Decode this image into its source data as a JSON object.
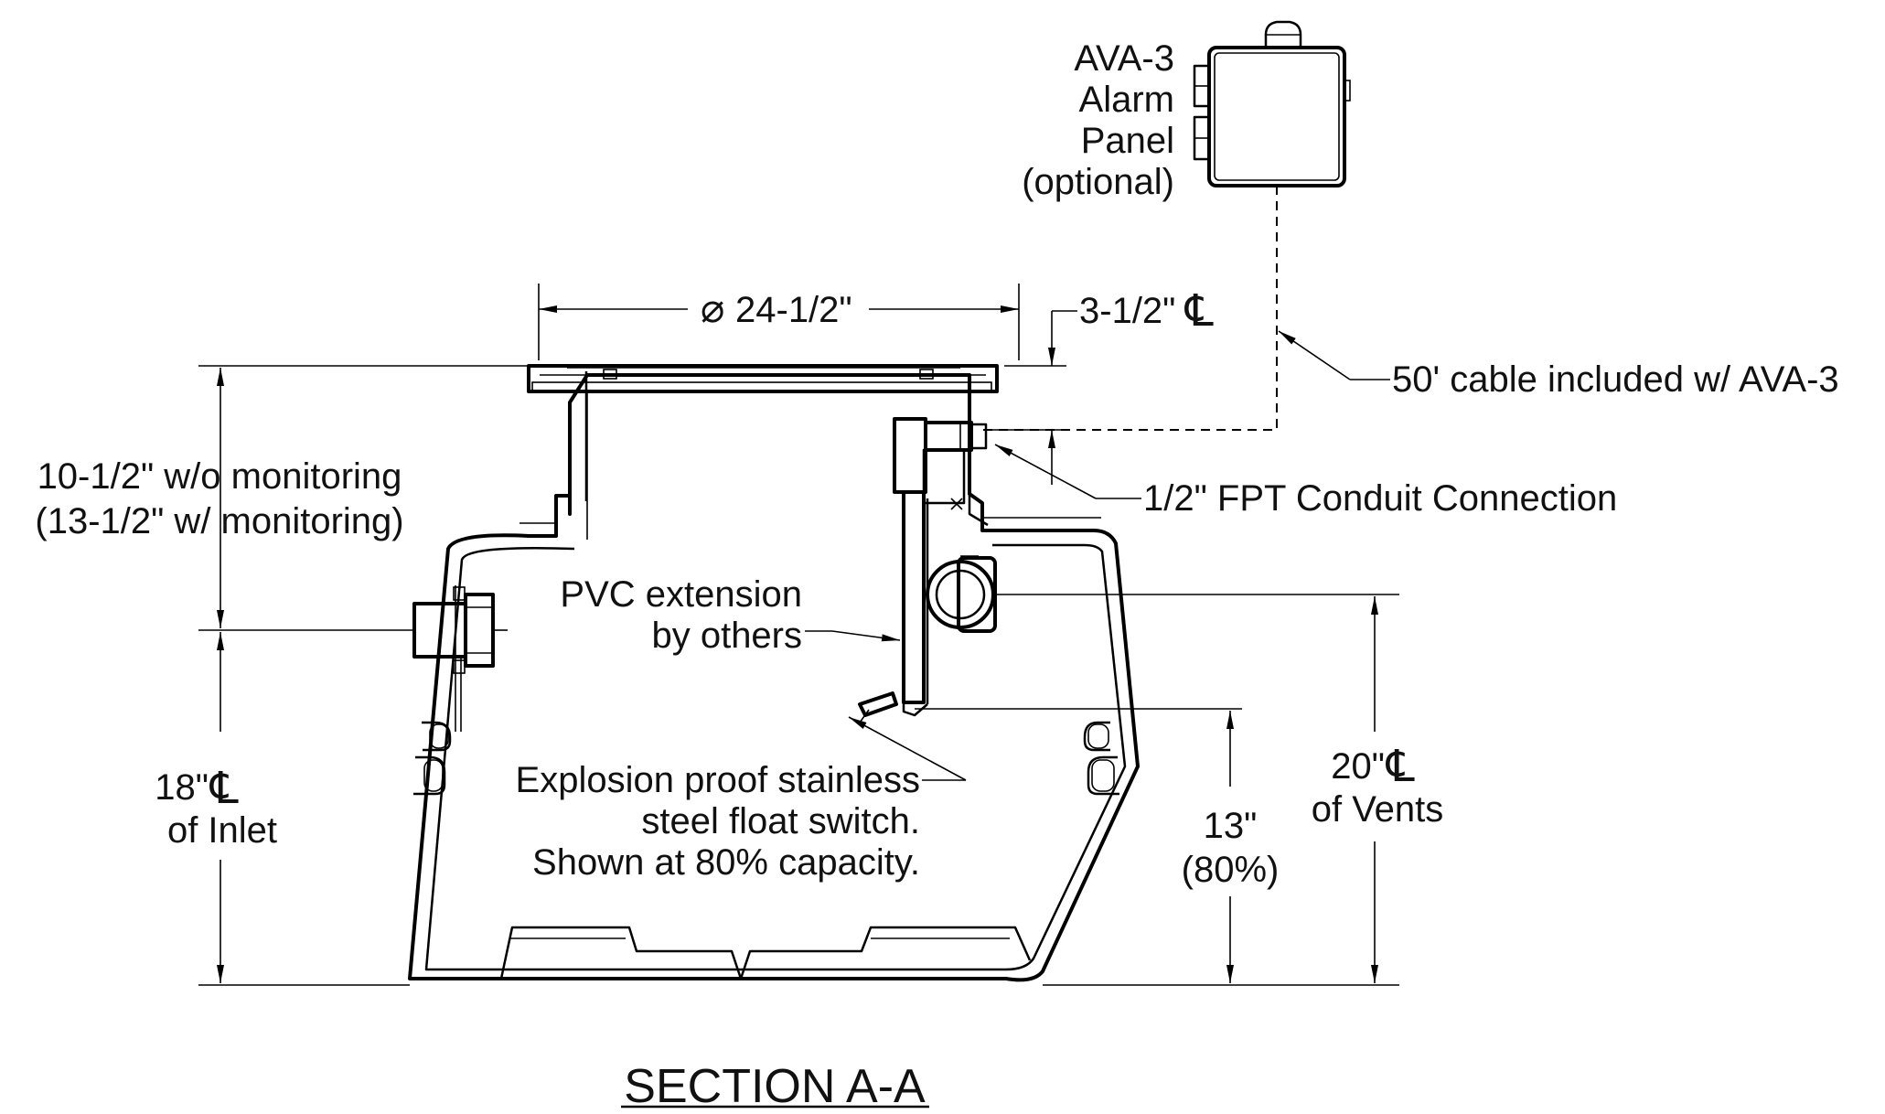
{
  "title": "SECTION A-A",
  "alarm_panel": {
    "line1": "AVA-3",
    "line2": "Alarm",
    "line3": "Panel",
    "line4": "(optional)"
  },
  "cable_note": "50' cable included w/ AVA-3",
  "conduit_note": "1/2\" FPT Conduit Connection",
  "pvc_note": {
    "line1": "PVC extension",
    "line2": "by others"
  },
  "float_note": {
    "line1": "Explosion proof stainless",
    "line2": "steel float switch.",
    "line3": "Shown at 80% capacity."
  },
  "dimensions": {
    "cover_diameter": "24-1/2\"",
    "diameter_symbol": "⌀",
    "top_offset": "3-1/2\"",
    "monitoring_line1": "10-1/2\" w/o monitoring",
    "monitoring_line2": "(13-1/2\" w/ monitoring)",
    "inlet_value": "18\"",
    "inlet_label": "of Inlet",
    "vents_value": "20\"",
    "vents_label": "of Vents",
    "float_value": "13\"",
    "float_percent": "(80%)",
    "centerline_symbol": "℄"
  },
  "colors": {
    "line": "#000000",
    "text": "#111111",
    "background": "#ffffff"
  }
}
